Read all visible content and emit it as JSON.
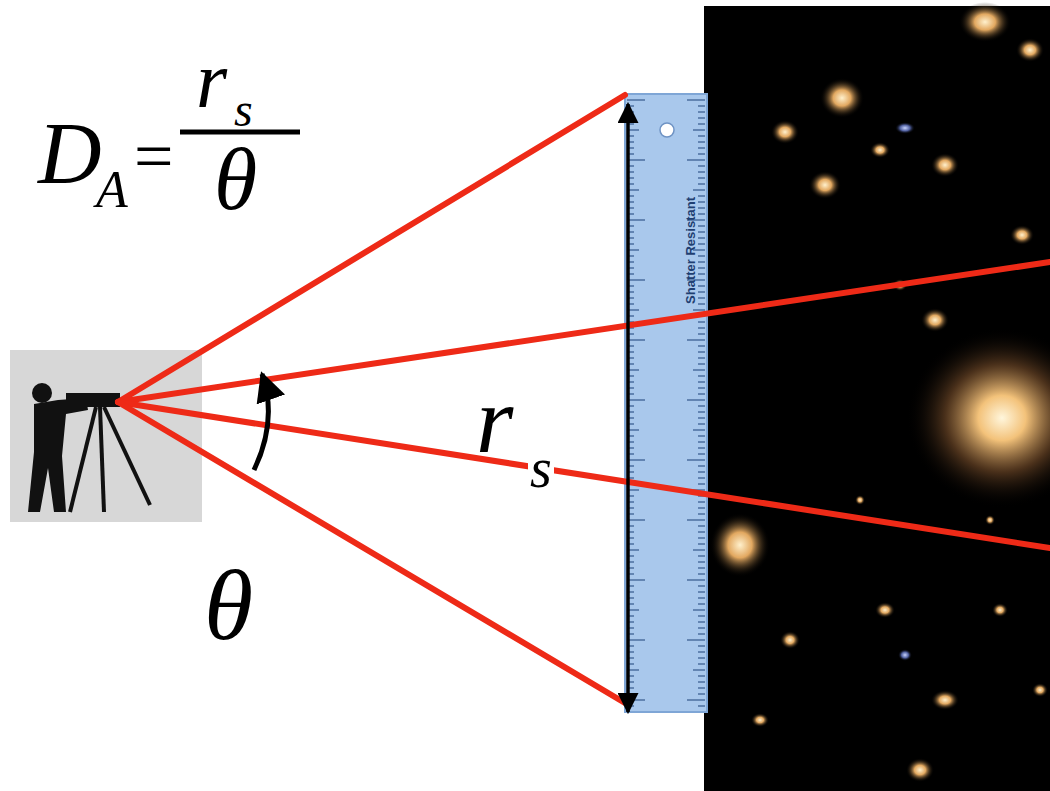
{
  "diagram": {
    "labels": [
      "D",
      "A",
      "=",
      "r",
      "s",
      "θ",
      "Shatter Resistant",
      "r",
      "s",
      "θ"
    ]
  }
}
